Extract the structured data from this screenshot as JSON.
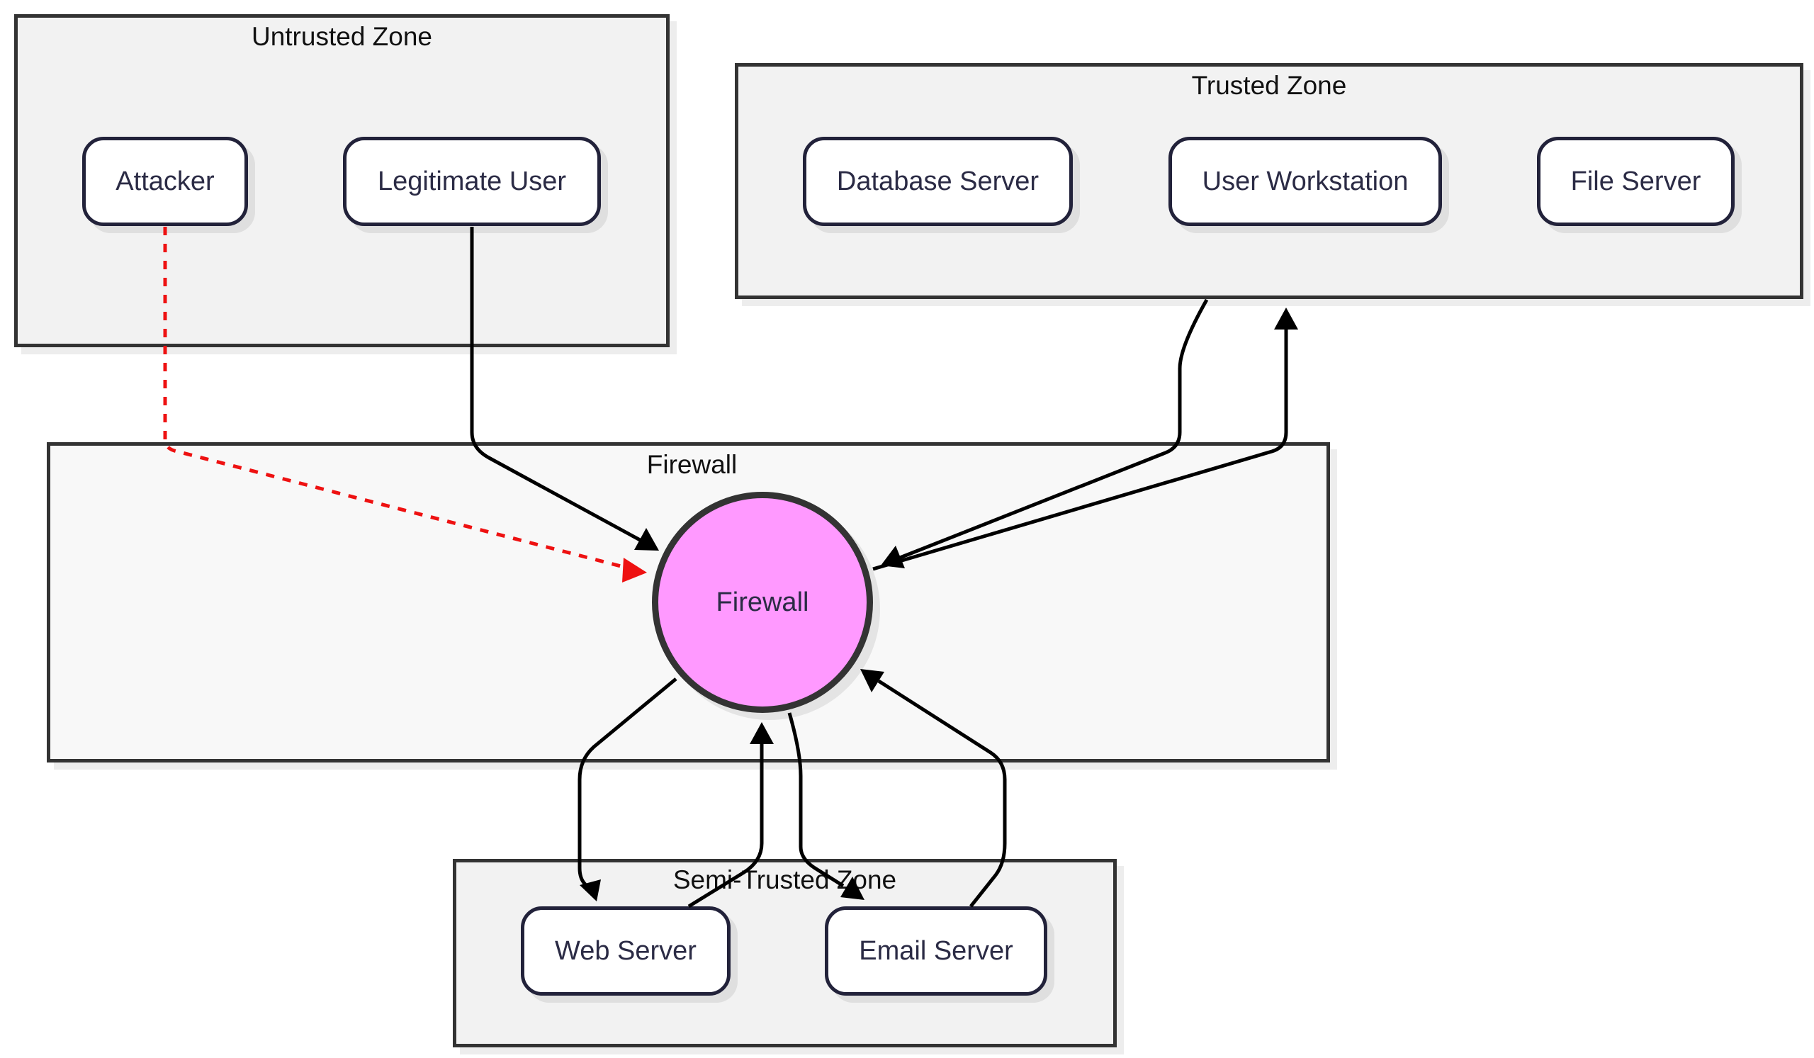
{
  "zones": {
    "untrusted": {
      "title": "Untrusted Zone"
    },
    "trusted": {
      "title": "Trusted Zone"
    },
    "firewall": {
      "title": "Firewall"
    },
    "semi_trusted": {
      "title": "Semi-Trusted Zone"
    }
  },
  "nodes": {
    "attacker": "Attacker",
    "legitimate_user": "Legitimate User",
    "database_server": "Database Server",
    "user_workstation": "User Workstation",
    "file_server": "File Server",
    "firewall": "Firewall",
    "web_server": "Web Server",
    "email_server": "Email Server"
  },
  "edges": [
    {
      "from": "Attacker",
      "to": "Firewall",
      "style": "dashed"
    },
    {
      "from": "Legitimate User",
      "to": "Firewall",
      "style": "solid"
    },
    {
      "from": "Trusted Zone",
      "to": "Firewall",
      "style": "solid"
    },
    {
      "from": "Firewall",
      "to": "Trusted Zone",
      "style": "solid"
    },
    {
      "from": "Firewall",
      "to": "Web Server",
      "style": "solid"
    },
    {
      "from": "Web Server",
      "to": "Firewall",
      "style": "solid"
    },
    {
      "from": "Firewall",
      "to": "Email Server",
      "style": "solid"
    },
    {
      "from": "Email Server",
      "to": "Firewall",
      "style": "solid"
    }
  ],
  "colors": {
    "firewall_fill": "#ff99ff",
    "attack_edge": "#ee1111",
    "edge": "#000000",
    "zone_fill": "#f2f2f2",
    "firewall_zone_fill": "#f8f8f8"
  }
}
